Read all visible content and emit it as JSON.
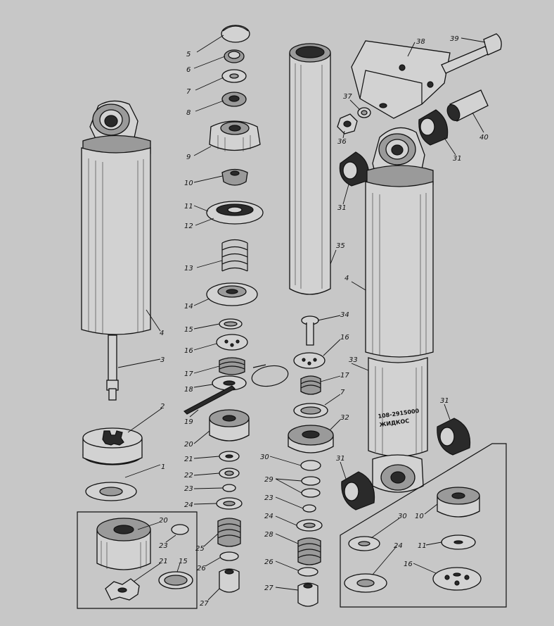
{
  "labels": {
    "l1": "1",
    "l2": "2",
    "l3": "3",
    "l4a": "4",
    "l4b": "4",
    "l5": "5",
    "l6": "6",
    "l7a": "7",
    "l7b": "7",
    "l8": "8",
    "l9": "9",
    "l10a": "10",
    "l10b": "10",
    "l11a": "11",
    "l11b": "11",
    "l12": "12",
    "l13": "13",
    "l14": "14",
    "l15a": "15",
    "l15b": "15",
    "l16a": "16",
    "l16b": "16",
    "l16c": "16",
    "l17a": "17",
    "l17b": "17",
    "l18": "18",
    "l19": "19",
    "l20a": "20",
    "l20b": "20",
    "l21a": "21",
    "l21b": "21",
    "l22": "22",
    "l23a": "23",
    "l23b": "23",
    "l23c": "23",
    "l24a": "24",
    "l24b": "24",
    "l24c": "24",
    "l25": "25",
    "l26a": "26",
    "l26b": "26",
    "l27a": "27",
    "l27b": "27",
    "l28": "28",
    "l29": "29",
    "l30a": "30",
    "l30b": "30",
    "l31a": "31",
    "l31b": "31",
    "l31c": "31",
    "l31d": "31",
    "l32": "32",
    "l33": "33",
    "l34": "34",
    "l35": "35",
    "l36": "36",
    "l37": "37",
    "l38": "38",
    "l39": "39",
    "l40": "40"
  },
  "cylinder_marking": {
    "line1": "108-2915000",
    "line2": "ЖИДКОС"
  }
}
